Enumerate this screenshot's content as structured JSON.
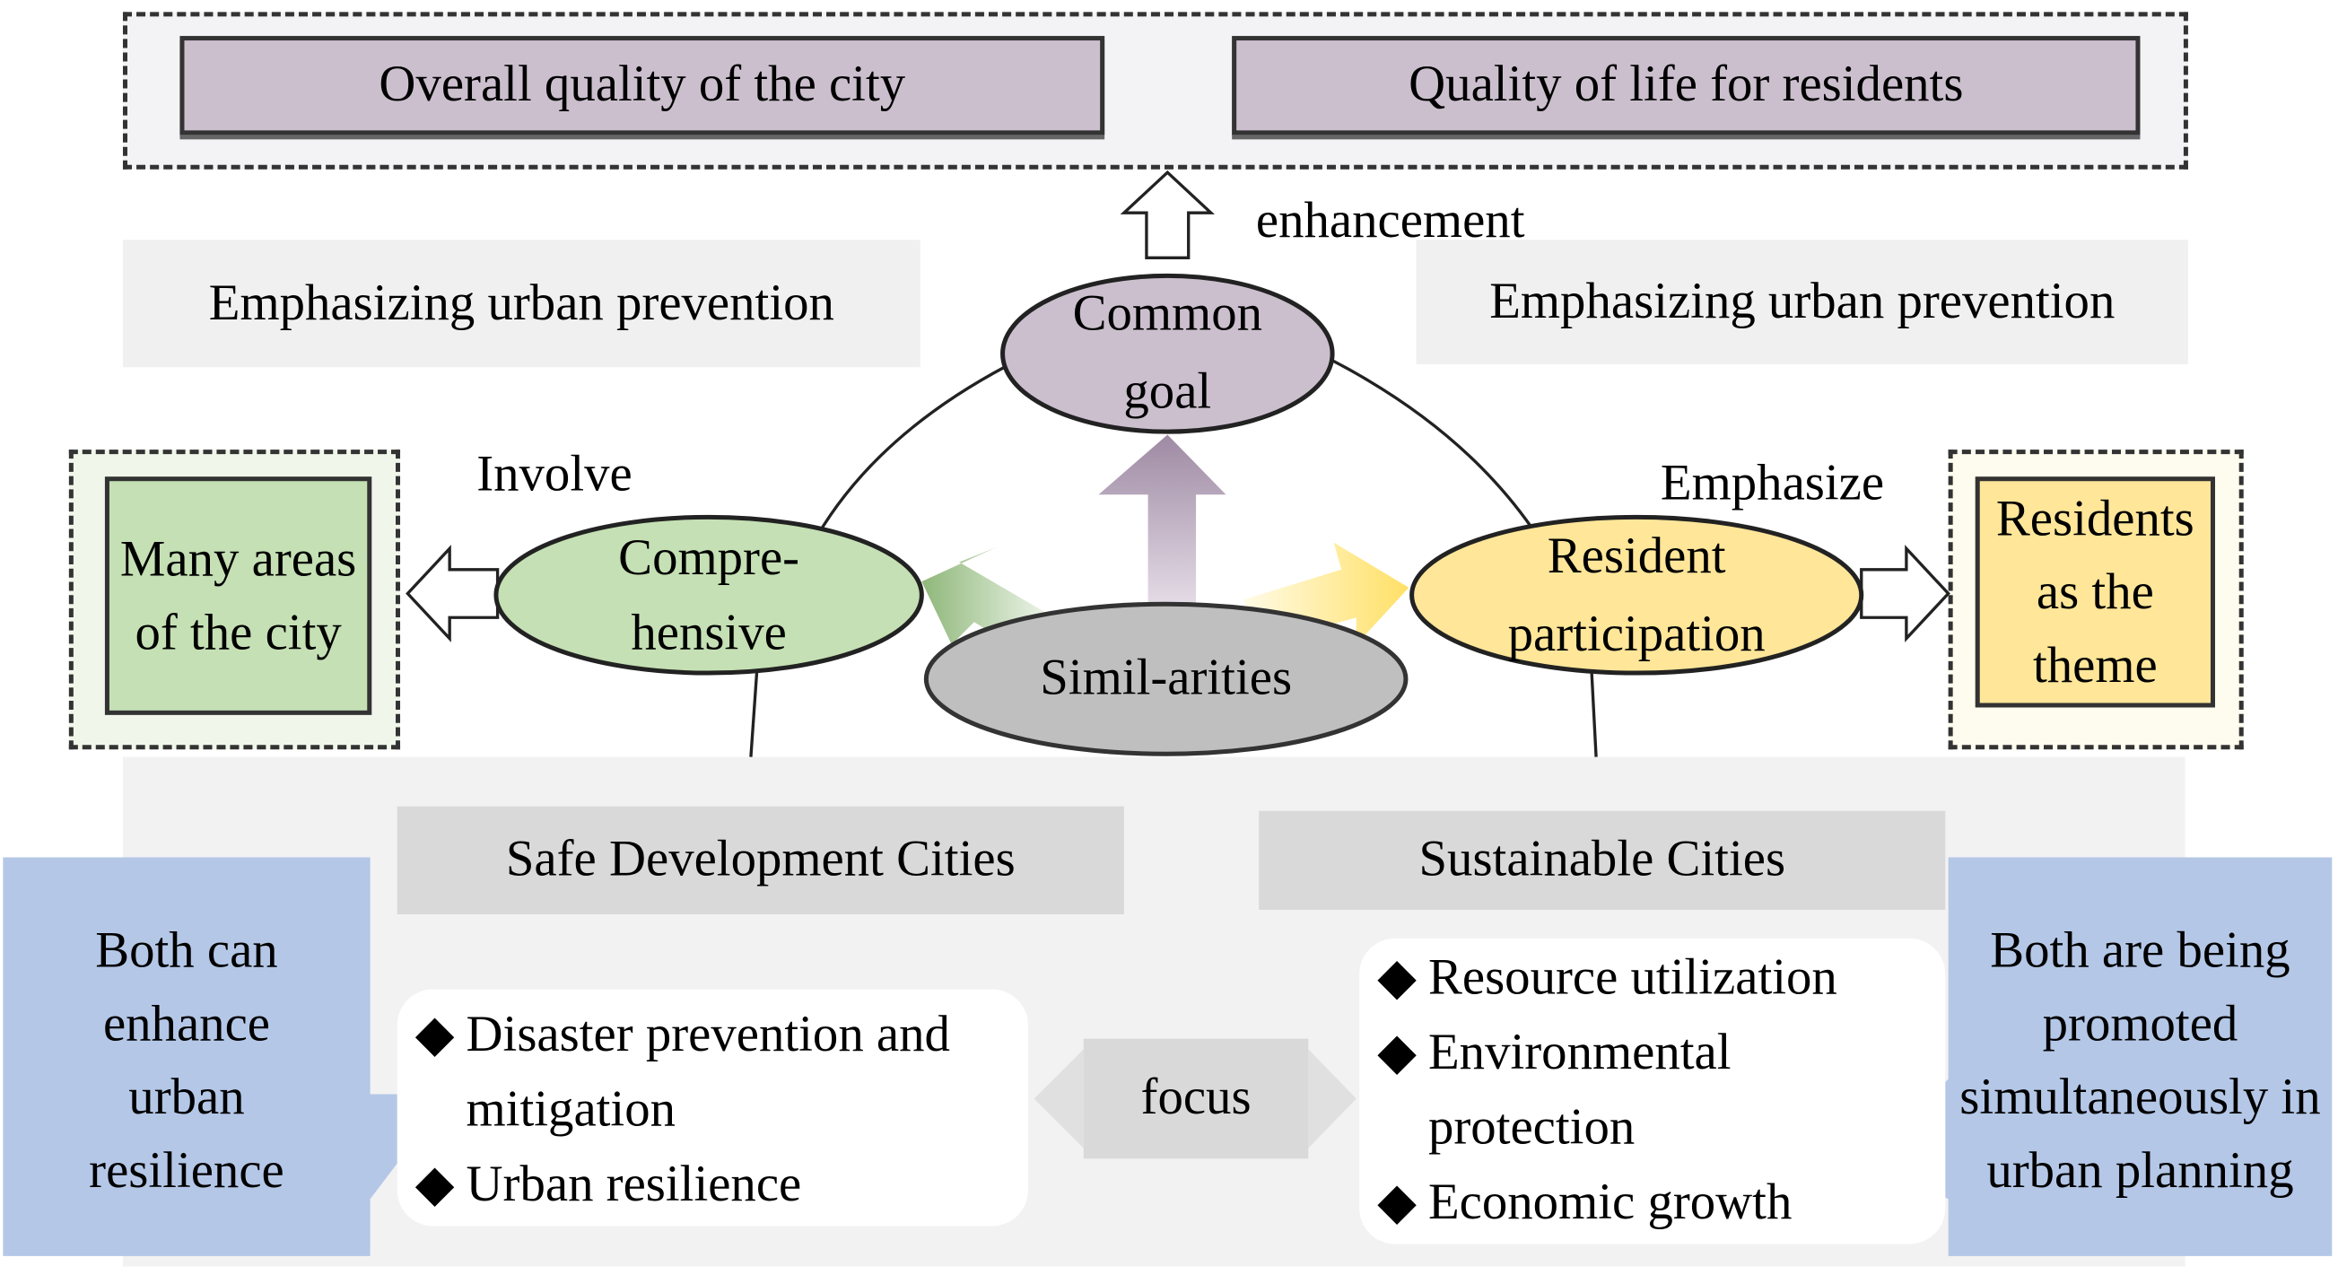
{
  "top": {
    "box_left": "Overall quality of the city",
    "box_right": "Quality of life for residents",
    "arrow_label": "enhancement"
  },
  "emphasis": {
    "left": "Emphasizing urban prevention",
    "right": "Emphasizing urban prevention"
  },
  "nodes": {
    "common_goal": "Common goal",
    "comprehensive": "Compre-hensive",
    "resident_participation": "Resident participation",
    "similarities": "Simil-arities"
  },
  "sides": {
    "involve_label": "Involve",
    "left_box": "Many areas of the city",
    "emphasize_label": "Emphasize",
    "right_box": "Residents as the theme"
  },
  "bottom": {
    "safe_title": "Safe Development Cities",
    "sustainable_title": "Sustainable Cities",
    "safe_items": [
      "Disaster prevention and mitigation",
      "Urban resilience"
    ],
    "sustainable_items": [
      "Resource utilization",
      "Environmental protection",
      "Economic growth"
    ],
    "focus": "focus",
    "left_callout": "Both can enhance urban resilience",
    "right_callout": "Both are being promoted simultaneously in urban planning",
    "bullet": "◆"
  },
  "colors": {
    "purple": "#cbbfce",
    "green": "#c5e0b4",
    "yellow": "#ffe699",
    "gray": "#bfbfbf",
    "blue": "#b4c7e7"
  }
}
